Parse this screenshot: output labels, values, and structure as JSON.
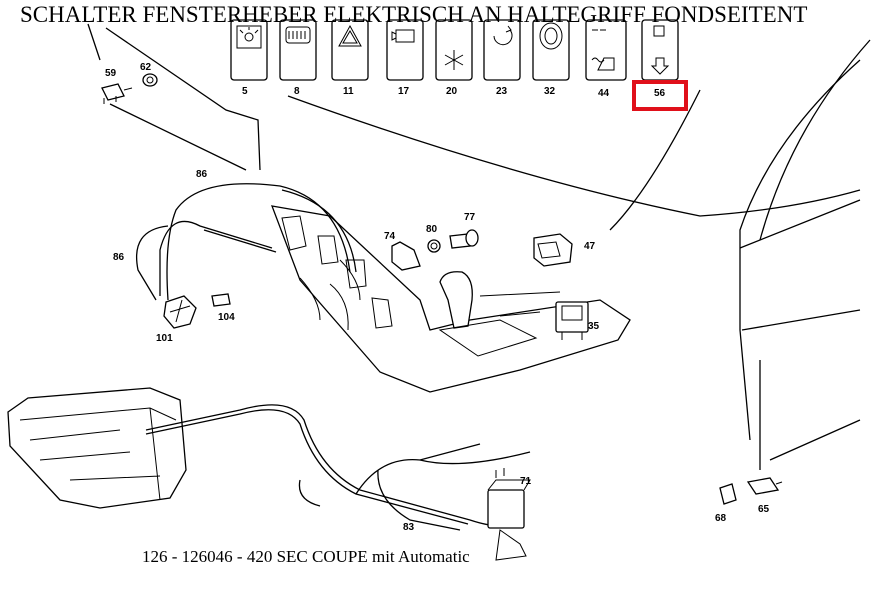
{
  "title": "SCHALTER FENSTERHEBER ELEKTRISCH AN HALTEGRIFF FONDSEITENT",
  "footer": "126 - 126046 - 420 SEC COUPE mit Automatic",
  "switch_labels": [
    "5",
    "8",
    "11",
    "17",
    "20",
    "23",
    "32",
    "44",
    "56"
  ],
  "highlighted_part": "56",
  "highlight_color": "#e0101a",
  "part_labels": {
    "p59": "59",
    "p62": "62",
    "p86a": "86",
    "p86b": "86",
    "p101": "101",
    "p104": "104",
    "p74": "74",
    "p80": "80",
    "p77": "77",
    "p47": "47",
    "p35": "35",
    "p71": "71",
    "p83": "83",
    "p68": "68",
    "p65": "65"
  }
}
